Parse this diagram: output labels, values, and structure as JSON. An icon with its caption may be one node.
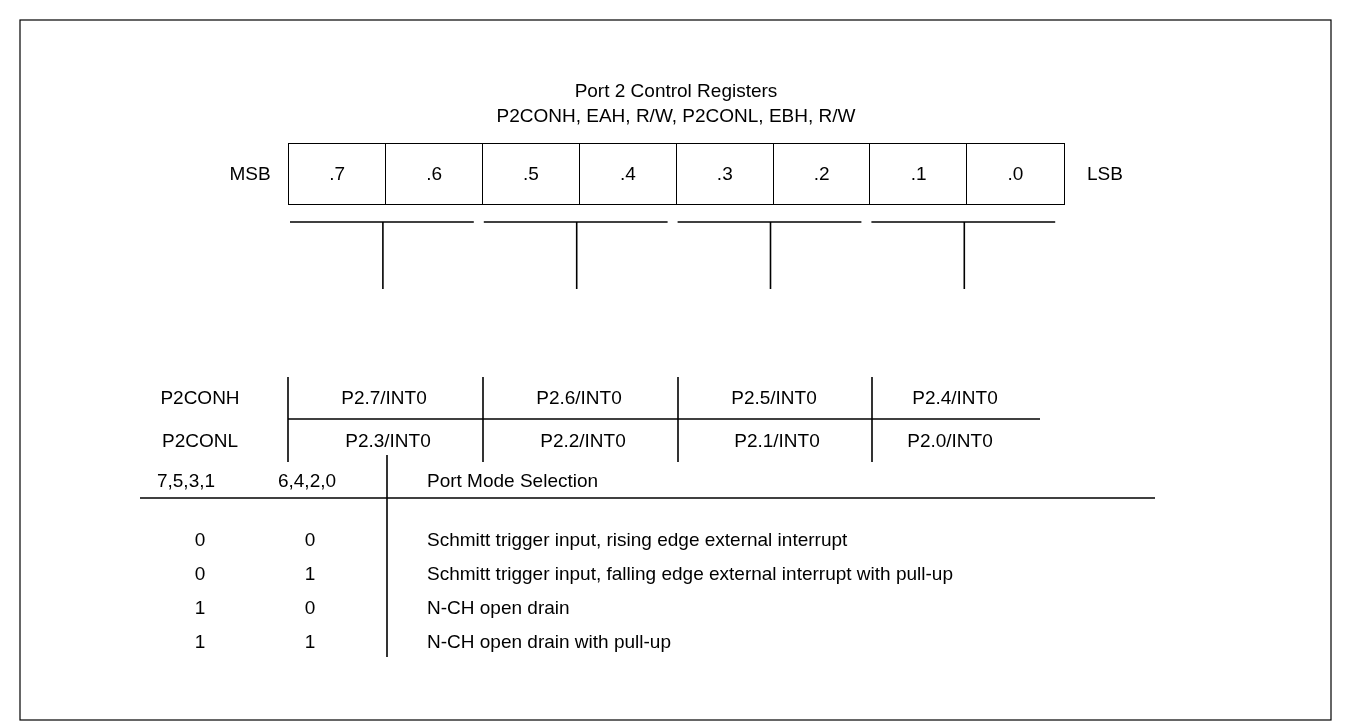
{
  "diagram": {
    "title": "Port 2 Control Registers",
    "nodes": [
      {
        "text": [
          ".7"
        ]
      },
      {
        "text": [
          ".6"
        ]
      },
      {
        "text": [
          ".5"
        ]
      },
      {
        "text": [
          ".4"
        ]
      },
      {
        "text": [
          ".3"
        ]
      },
      {
        "text": [
          ".2"
        ]
      },
      {
        "text": [
          ".1"
        ]
      },
      {
        "text": [
          ".0"
        ]
      }
    ],
    "edges": [],
    "labels": [
      "P2CONH, EAH, R/W, P2CONL, EBH, R/W",
      "MSB",
      "LSB",
      "P2CONH",
      "P2.7/INT0",
      "P2.6/INT0",
      "P2.5/INT0",
      "P2.4/INT0",
      "P2CONL",
      "P2.3/INT0",
      "P2.2/INT0",
      "P2.1/INT0",
      "P2.0/INT0",
      "7,5,3,1",
      "6,4,2,0",
      "Port Mode Selection",
      "0",
      "0",
      "Schmitt trigger input, rising edge external interrupt",
      "0",
      "1",
      "Schmitt trigger input, falling edge external interrupt with pull-up",
      "1",
      "0",
      "N-CH open drain",
      "1",
      "1",
      "N-CH open drain with pull-up"
    ]
  }
}
